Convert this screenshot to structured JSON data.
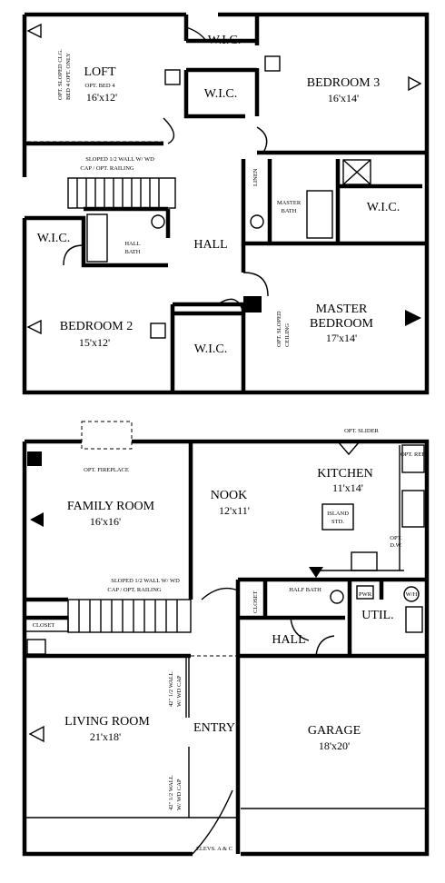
{
  "upper_floor": {
    "rooms": {
      "loft": {
        "name": "LOFT",
        "dim": "16'x12'",
        "note1": "OPT. BED 4",
        "note_vertical_1": "OPT. SLOPED CLG.",
        "note_vertical_2": "BED 4 OPT. ONLY"
      },
      "bedroom3": {
        "name": "BEDROOM 3",
        "dim": "16'x14'"
      },
      "bedroom2": {
        "name": "BEDROOM 2",
        "dim": "15'x12'"
      },
      "master": {
        "name_line1": "MASTER",
        "name_line2": "BEDROOM",
        "dim": "17'x14'",
        "note_vertical_1": "OPT. SLOPED",
        "note_vertical_2": "CEILING"
      },
      "hall": {
        "name": "HALL"
      },
      "hall_bath": {
        "line1": "HALL",
        "line2": "BATH"
      },
      "master_bath": {
        "line1": "MASTER",
        "line2": "BATH"
      },
      "linen": {
        "name": "LINEN"
      },
      "wic": [
        "W.I.C.",
        "W.I.C.",
        "W.I.C.",
        "W.I.C.",
        "W.I.C."
      ]
    },
    "sloped_wall_note": {
      "line1": "SLOPED 1/2  WALL W/ WD",
      "line2": "CAP / OPT. RAILING"
    }
  },
  "lower_floor": {
    "rooms": {
      "family": {
        "name": "FAMILY ROOM",
        "dim": "16'x16'"
      },
      "nook": {
        "name": "NOOK",
        "dim": "12'x11'"
      },
      "kitchen": {
        "name": "KITCHEN",
        "dim": "11'x14'"
      },
      "living": {
        "name": "LIVING ROOM",
        "dim": "21'x18'"
      },
      "entry": {
        "name": "ENTRY"
      },
      "garage": {
        "name": "GARAGE",
        "dim": "18'x20'"
      },
      "hall": {
        "name": "HALL"
      },
      "util": {
        "name": "UTIL."
      },
      "half_bath": {
        "name": "HALF BATH"
      },
      "closet": [
        "CLOSET",
        "CLOSET"
      ]
    },
    "labels": {
      "opt_fireplace": "OPT. FIREPLACE",
      "opt_slider": "OPT. SLIDER",
      "opt_ref": "OPT. REF.",
      "island": {
        "line1": "ISLAND",
        "line2": "STD."
      },
      "opt_dw": {
        "line1": "OPT.",
        "line2": "D.W."
      },
      "pwr": "PWR",
      "wh": "W/H",
      "elevs": "ELEVS. A & C",
      "wall_note_upper_1": "42\" 1/2 WALL",
      "wall_note_upper_2": "W/ WD CAP",
      "wall_note_lower_1": "42\" 1/2 WALL",
      "wall_note_lower_2": "W/ WD CAP"
    },
    "sloped_wall_note": {
      "line1": "SLOPED 1/2  WALL W/ WD",
      "line2": "CAP / OPT. RAILING"
    }
  }
}
